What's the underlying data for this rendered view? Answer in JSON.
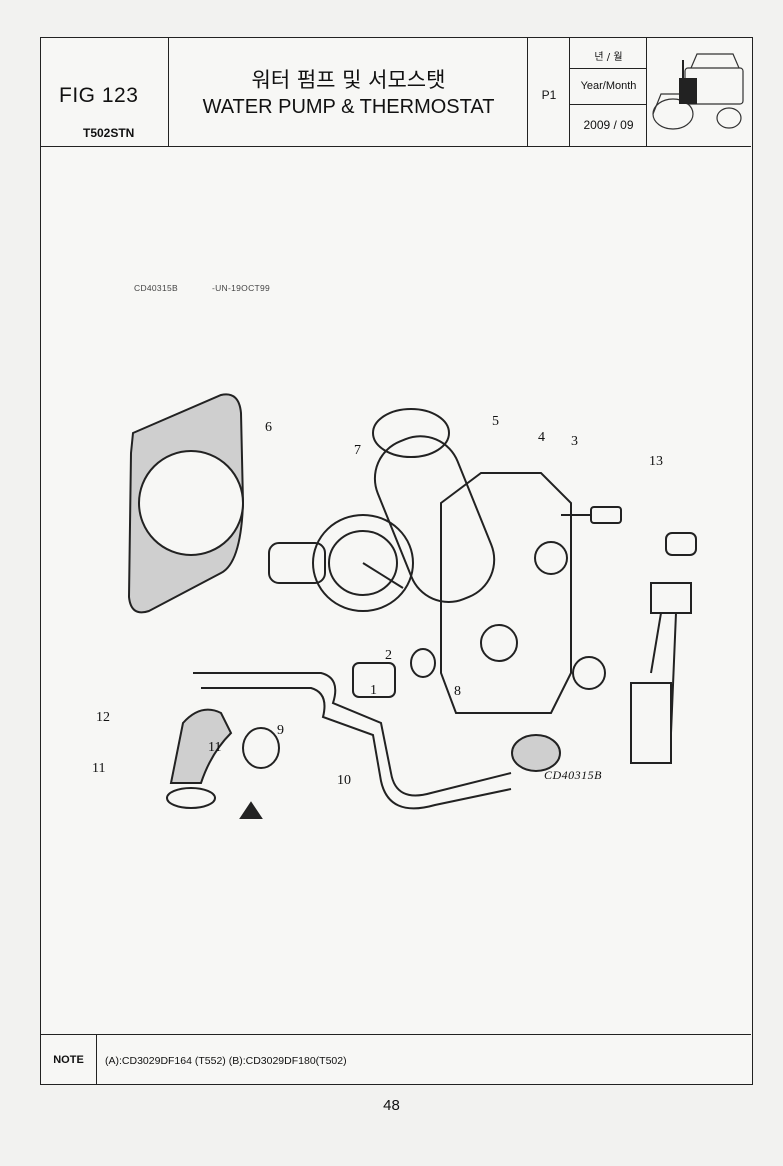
{
  "header": {
    "fig_label": "FIG 123",
    "model": "T502STN",
    "title_ko": "워터 펌프 및 서모스탯",
    "title_en": "WATER PUMP & THERMOSTAT",
    "page": "P1",
    "ym_ko": "년 / 월",
    "ym_en": "Year/Month",
    "ym_date": "2009 / 09"
  },
  "drawing": {
    "ref_code": "CD40315B",
    "ref_stamp": "-UN-19OCT99",
    "fig_code": "CD40315B",
    "callouts": [
      "6",
      "7",
      "5",
      "4",
      "3",
      "13",
      "2",
      "1",
      "8",
      "12",
      "11",
      "9",
      "11",
      "10"
    ]
  },
  "note": {
    "label": "NOTE",
    "text": "(A):CD3029DF164 (T552)  (B):CD3029DF180(T502)"
  },
  "footer": {
    "page_number": "48"
  }
}
